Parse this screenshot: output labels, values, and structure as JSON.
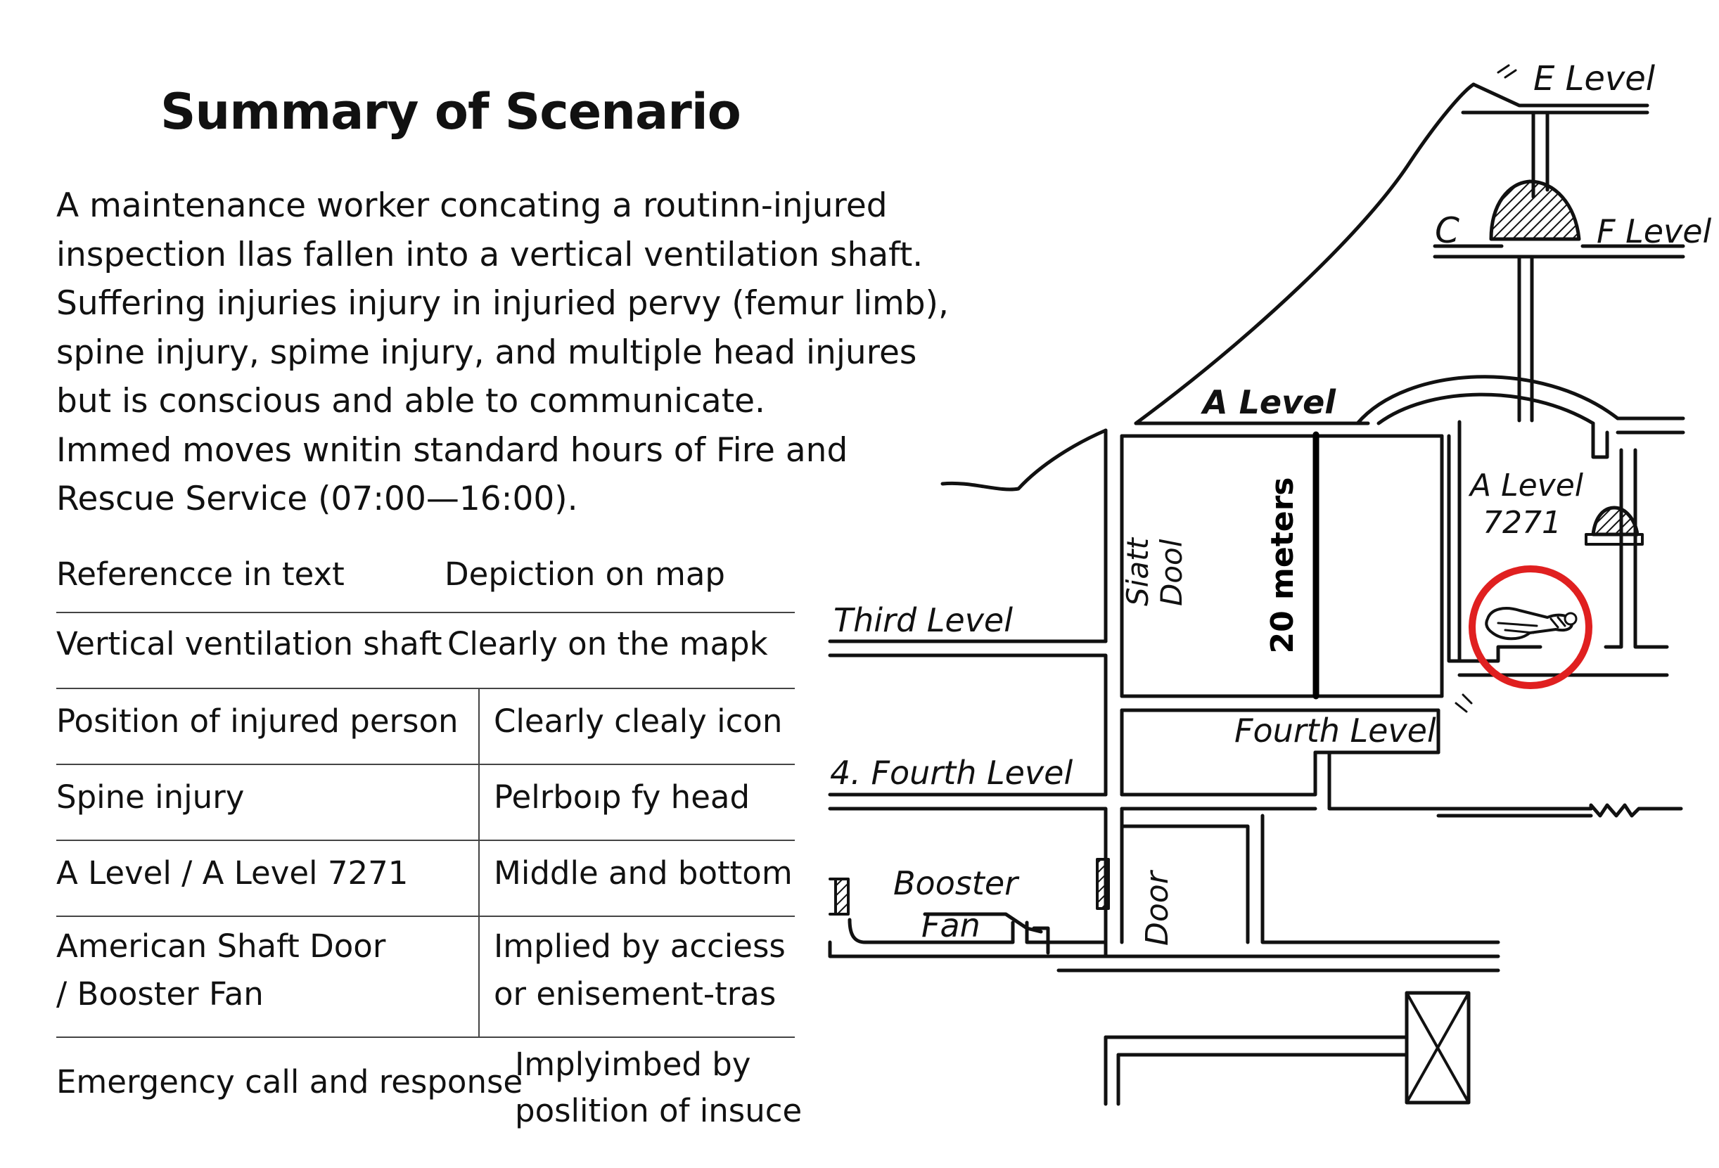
{
  "title": "Summary of Scenario",
  "intro_lines": [
    "A maintenance worker concating a routinn-injured",
    "inspection llas fallen into a vertical ventilation shaft.",
    "Suffering injuries injury in injuried pervy (femur limb),",
    "spine injury, spime injury, and multiple head injures",
    "but is conscious and able to communicate.",
    "Immed moves wnitin standard hours of Fire and",
    "Rescue Service (07:00—16:00)."
  ],
  "table": {
    "headers": [
      "Referencce in text",
      "Depiction on map"
    ],
    "rows": [
      {
        "ref": "Vertical ventilation shaft",
        "map": "Clearly on the mapk"
      },
      {
        "ref": "Position of injured person",
        "map": "Clearly clealy icon"
      },
      {
        "ref": "Spine injury",
        "map": "Pelrboıp fy head"
      },
      {
        "ref": "A Level / A Level 7271",
        "map": "Middle and bottom"
      },
      {
        "ref_lines": [
          "American Shaft Door",
          "/ Booster Fan"
        ],
        "map_lines": [
          "Implied by acciess",
          "or enisement-tras"
        ]
      },
      {
        "ref": "Emergency call and response",
        "map_lines": [
          "Implyimbed by",
          "poslition of insuce"
        ]
      }
    ]
  },
  "map": {
    "labels": {
      "e_level": "E Level",
      "f_level": "F Level",
      "c": "C",
      "a_level": "A Level",
      "a_level_7271_line1": "A Level",
      "a_level_7271_line2": "7271",
      "third_level": "Third Level",
      "fourth_level": "Fourth  Level",
      "fourth_level_left": "4. Fourth Level",
      "booster_line1": "Booster",
      "booster_line2": "Fan",
      "shaft_door_line1": "Siatt",
      "shaft_door_line2": "Dool",
      "door": "Door",
      "scale": "20 meters"
    },
    "marker_color": "#e02020",
    "injured_icon": "injured-person-icon"
  }
}
